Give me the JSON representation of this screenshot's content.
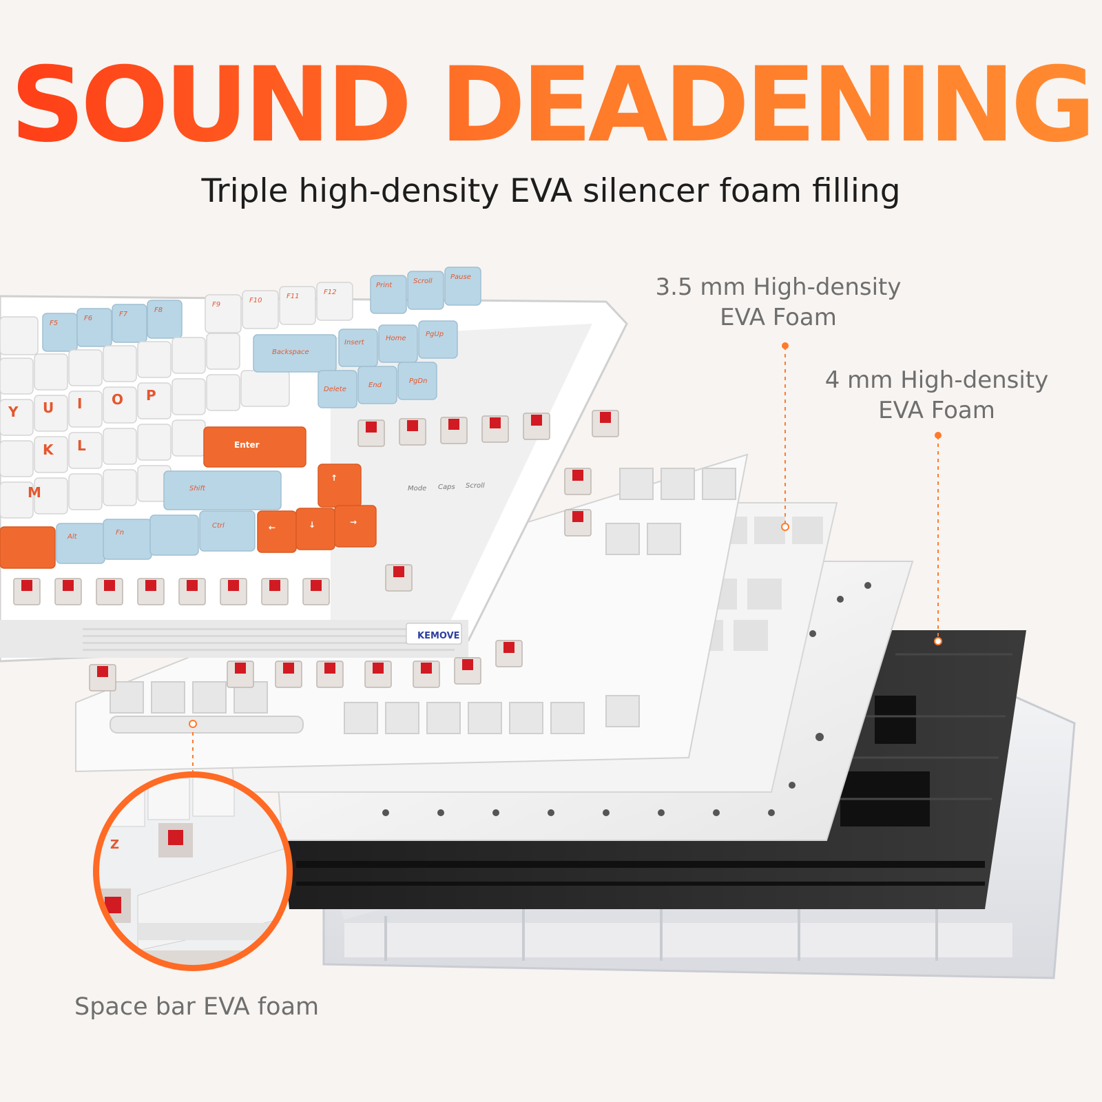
{
  "headline": "SOUND DEADENING",
  "subheadline": "Triple high-density EVA silencer foam filling",
  "callouts": {
    "foam_35": {
      "line1": "3.5 mm High-density",
      "line2": "EVA Foam"
    },
    "foam_4": {
      "line1": "4 mm High-density",
      "line2": "EVA Foam"
    },
    "space_bar": "Space bar EVA foam"
  },
  "brand": "KEMOVE",
  "keycaps": {
    "function_row": [
      "F5",
      "F6",
      "F7",
      "F8",
      "F9",
      "F10",
      "F11",
      "F12",
      "Print",
      "Scroll",
      "Pause"
    ],
    "nav_top": [
      "Insert",
      "Home",
      "PgUp"
    ],
    "nav_bottom": [
      "Delete",
      "End",
      "PgDn"
    ],
    "backspace": "Backspace",
    "enter": "Enter",
    "shift": "Shift",
    "alt": "Alt",
    "fn": "Fn",
    "ctrl": "Ctrl"
  },
  "indicators": [
    "Mode",
    "Caps",
    "Scroll"
  ],
  "colors": {
    "background": "#f8f4f1",
    "accent_orange": "#ff6a24",
    "keycap_blue": "#b9d6e6",
    "keycap_white": "#f3f3f3",
    "switch_red": "#d21a22",
    "foam_black": "#222222",
    "callout_gray": "#6e6e6e"
  }
}
